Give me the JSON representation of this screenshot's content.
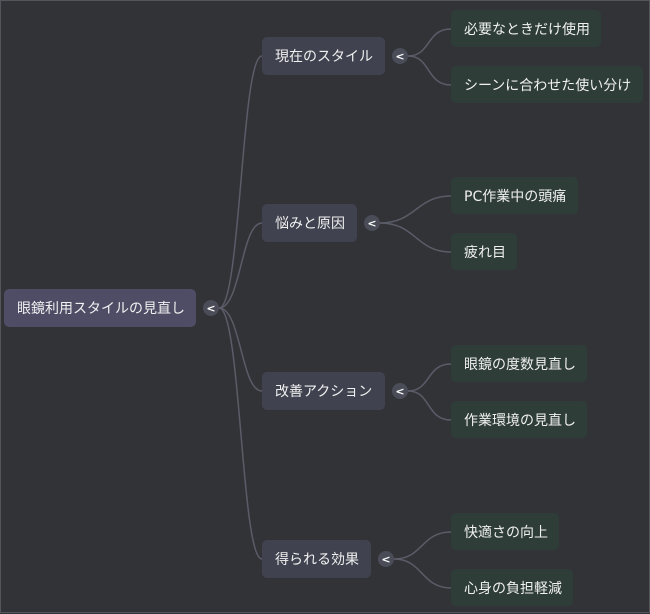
{
  "root": {
    "label": "眼鏡利用スタイルの見直し"
  },
  "toggle_icon": "<",
  "branches": [
    {
      "label": "現在のスタイル",
      "children": [
        "必要なときだけ使用",
        "シーンに合わせた使い分け"
      ]
    },
    {
      "label": "悩みと原因",
      "children": [
        "PC作業中の頭痛",
        "疲れ目"
      ]
    },
    {
      "label": "改善アクション",
      "children": [
        "眼鏡の度数見直し",
        "作業環境の見直し"
      ]
    },
    {
      "label": "得られる効果",
      "children": [
        "快適さの向上",
        "心身の負担軽減"
      ]
    }
  ],
  "colors": {
    "background": "#323337",
    "root": "#4f4d66",
    "branch": "#40434f",
    "leaf": "#2e3d38",
    "edge": "#5a5c68"
  }
}
